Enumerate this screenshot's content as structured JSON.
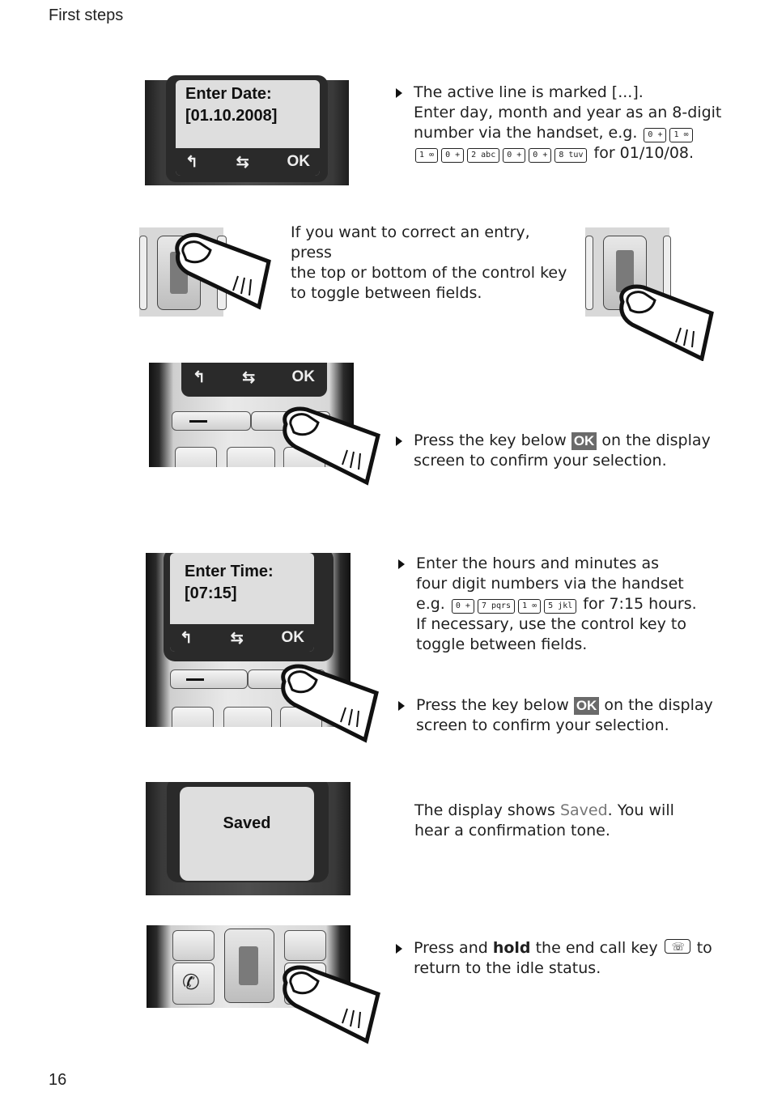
{
  "header": {
    "title": "First steps"
  },
  "footer": {
    "page_number": "16"
  },
  "step1": {
    "lcd_line1": "Enter Date:",
    "lcd_line2": "[01.10.2008]",
    "softkey_ok": "OK",
    "line1": "The active line is marked [...].",
    "line2": "Enter day, month and year as an 8-digit",
    "line3_pre": "number via the handset, e.g.",
    "keys_a": [
      "0 +",
      "1 ∞"
    ],
    "keys_b": [
      "1 ∞",
      "0 +",
      "2 abc",
      "0 +",
      "0 +",
      "8 tuv"
    ],
    "line4_post": "for 01/10/08."
  },
  "step2": {
    "line1": "If you want to correct an entry, press",
    "line2": "the top or bottom of the control key",
    "line3": "to toggle between fields."
  },
  "step3": {
    "softkey_ok": "OK",
    "text_pre": "Press the key below",
    "badge": "OK",
    "text_post": "on the display",
    "line2": "screen to confirm your selection."
  },
  "step4": {
    "lcd_line1": "Enter Time:",
    "lcd_line2": "[07:15]",
    "softkey_ok": "OK",
    "line1": "Enter the hours and minutes as",
    "line2": "four digit numbers via the handset",
    "line3_pre": "e.g.",
    "keys": [
      "0 +",
      "7 pqrs",
      "1 ∞",
      "5 jkl"
    ],
    "line3_post": "for 7:15 hours.",
    "line4": "If necessary, use the control key to",
    "line5": "toggle between fields.",
    "confirm_pre": "Press the key below",
    "badge": "OK",
    "confirm_post": "on the display",
    "confirm_line2": "screen to confirm your selection."
  },
  "step5": {
    "lcd_text": "Saved",
    "text_pre": "The display shows",
    "highlight": "Saved",
    "text_post": ". You will",
    "line2": "hear a confirmation tone."
  },
  "step6": {
    "text_pre": "Press and",
    "bold": "hold",
    "text_post": "the end call key",
    "text_tail": "to",
    "line2": "return to the idle status."
  }
}
